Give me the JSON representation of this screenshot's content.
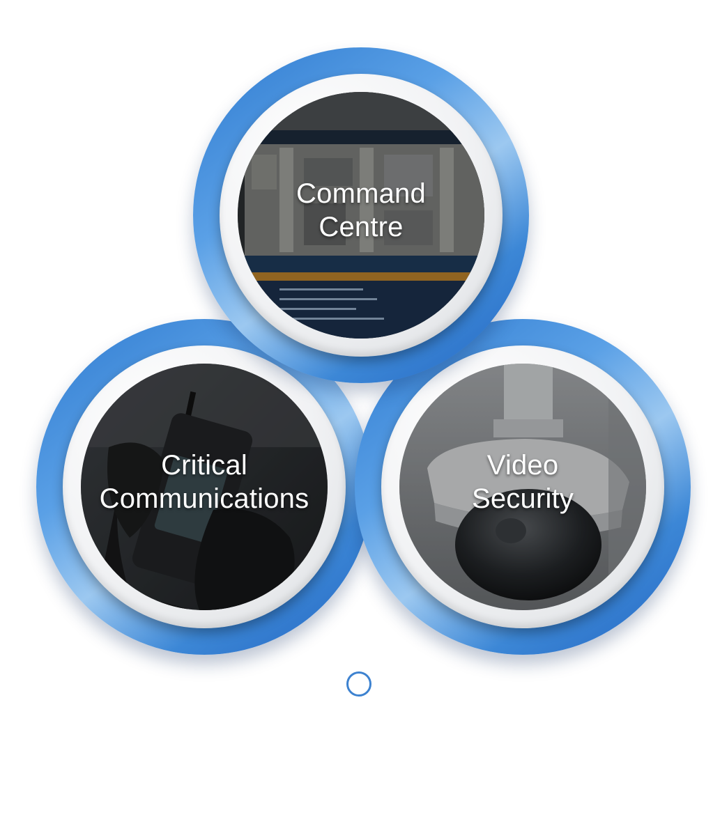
{
  "cards": [
    {
      "id": "command-centre",
      "lines": [
        "Command",
        "Centre"
      ],
      "image": "dispatch-monitor-aerial-map"
    },
    {
      "id": "critical-communications",
      "lines": [
        "Critical",
        "Communications"
      ],
      "image": "gloved-hand-holding-radio"
    },
    {
      "id": "video-security",
      "lines": [
        "Video",
        "Security"
      ],
      "image": "dome-security-camera"
    }
  ],
  "pagination": {
    "indicator": "circle-outline"
  },
  "colors": {
    "ring_blue": "#3c87d6",
    "ring_light": "#9cc8f0",
    "plate": "#eeeff1",
    "label_text": "#ffffff",
    "indicator": "#3d82d0"
  }
}
